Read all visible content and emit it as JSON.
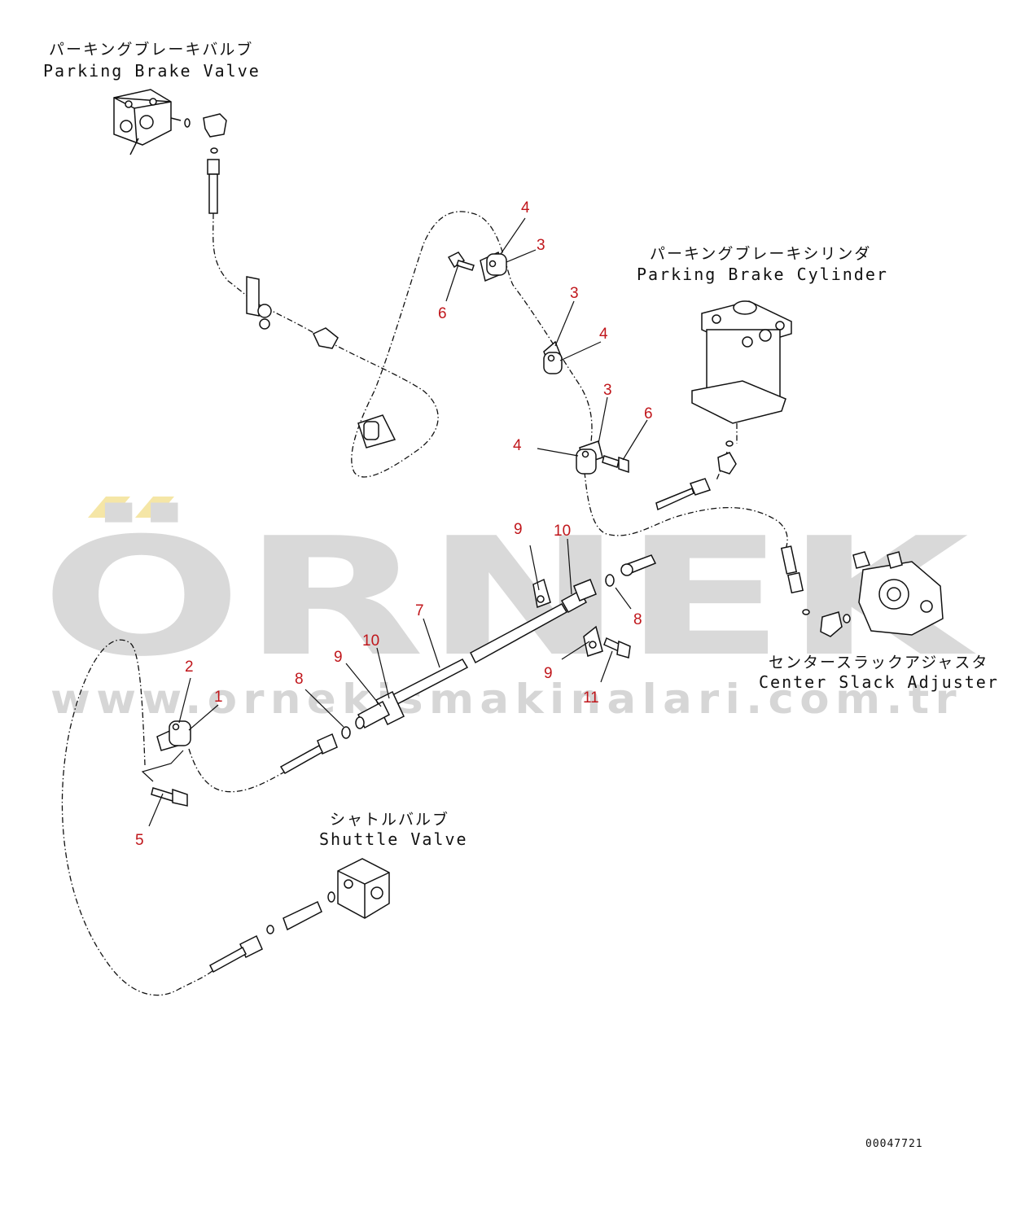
{
  "watermark": {
    "brand": "ÖRNEK",
    "url": "www.ornekismakinalari.com.tr",
    "accent_color": "#f5e6a6",
    "text_color": "#d9d9d9"
  },
  "labels": {
    "parking_brake_valve": {
      "jp": "パーキングブレーキバルブ",
      "en": "Parking Brake Valve"
    },
    "parking_brake_cylinder": {
      "jp": "パーキングブレーキシリンダ",
      "en": "Parking Brake Cylinder"
    },
    "center_slack_adjuster": {
      "jp": "センタースラックアジャスタ",
      "en": "Center Slack Adjuster"
    },
    "shuttle_valve": {
      "jp": "シャトルバルブ",
      "en": "Shuttle Valve"
    }
  },
  "callouts": [
    "4",
    "3",
    "6",
    "3",
    "4",
    "3",
    "4",
    "6",
    "9",
    "10",
    "7",
    "8",
    "10",
    "9",
    "9",
    "11",
    "8",
    "2",
    "1",
    "5"
  ],
  "callout_color": "#c0161b",
  "document_id": "00047721"
}
